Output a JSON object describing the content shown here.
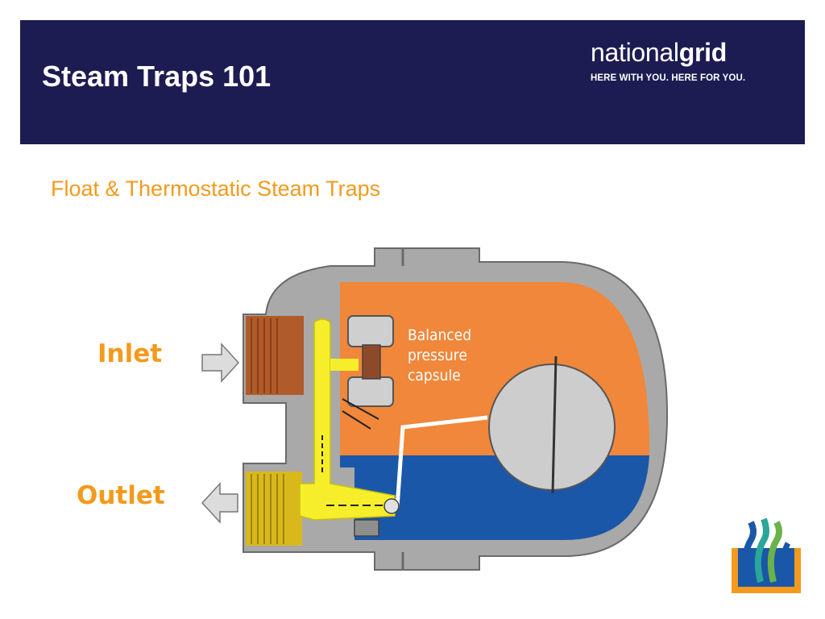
{
  "slide": {
    "title": "Steam Traps 101",
    "subtitle": "Float & Thermostatic Steam Traps"
  },
  "brand": {
    "name_light": "national",
    "name_bold": "grid",
    "tagline": "HERE WITH YOU. HERE FOR YOU."
  },
  "diagram": {
    "inlet_label": "Inlet",
    "outlet_label": "Outlet",
    "capsule_label": [
      "Balanced",
      "pressure",
      "capsule"
    ]
  },
  "colors": {
    "header_bg": "#1c1c52",
    "accent_orange": "#f39a1d",
    "steam_orange": "#f0873a",
    "condensate_blue": "#1a57a8",
    "flow_yellow": "#f6ee2a",
    "body_gray": "#a9a9a9"
  }
}
